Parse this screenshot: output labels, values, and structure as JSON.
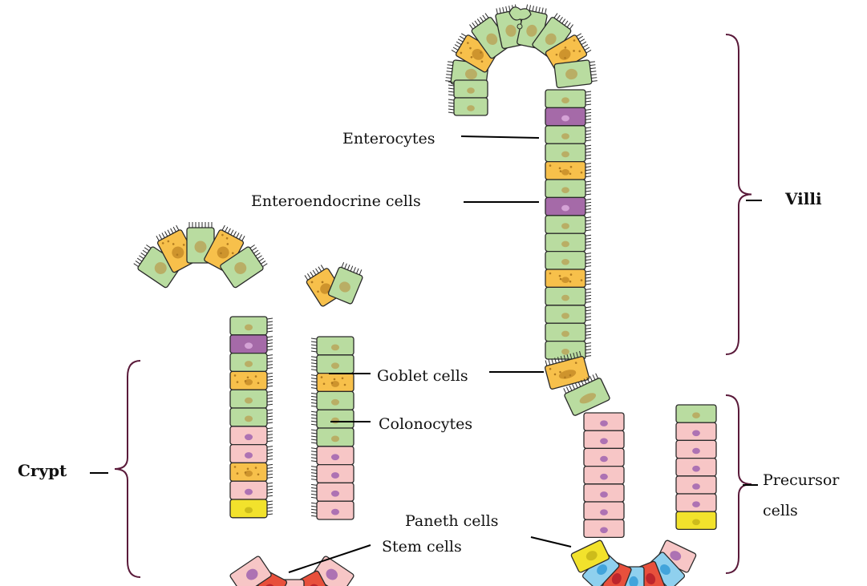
{
  "labels": {
    "enterocytes": "Enterocytes",
    "enteroendocrine": "Enteroendocrine cells",
    "goblet": "Goblet cells",
    "colonocytes": "Colonocytes",
    "paneth": "Paneth cells",
    "stem": "Stem cells",
    "crypt": "Crypt",
    "villi": "Villi",
    "precursor_line1": "Precursor",
    "precursor_line2": "cells"
  },
  "colors": {
    "enterocyte": "#b9dca0",
    "goblet": "#f7c04b",
    "enteroendocrine": "#a56aa8",
    "precursor": "#f7c6c6",
    "paneth": "#f2e22c",
    "stem": "#e8503c",
    "stem_alt": "#8fd0ee",
    "bracket": "#5a1a3a"
  },
  "icons": [
    "microvilli-icon",
    "nucleus-icon"
  ]
}
